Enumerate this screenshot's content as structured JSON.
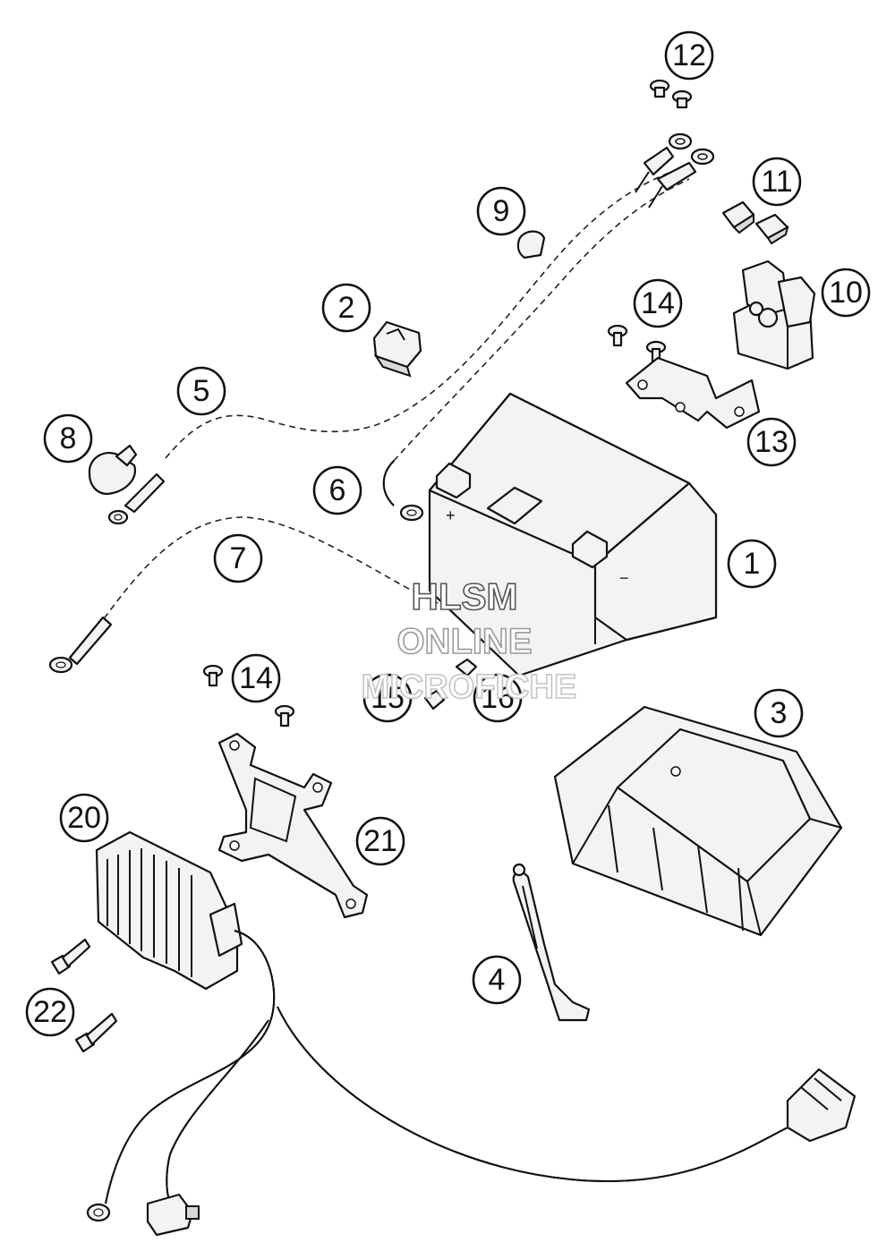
{
  "callouts": [
    {
      "id": "callout-1",
      "label": "1"
    },
    {
      "id": "callout-2",
      "label": "2"
    },
    {
      "id": "callout-3",
      "label": "3"
    },
    {
      "id": "callout-4",
      "label": "4"
    },
    {
      "id": "callout-5",
      "label": "5"
    },
    {
      "id": "callout-6",
      "label": "6"
    },
    {
      "id": "callout-7",
      "label": "7"
    },
    {
      "id": "callout-8",
      "label": "8"
    },
    {
      "id": "callout-9",
      "label": "9"
    },
    {
      "id": "callout-10",
      "label": "10"
    },
    {
      "id": "callout-11",
      "label": "11"
    },
    {
      "id": "callout-12",
      "label": "12"
    },
    {
      "id": "callout-13",
      "label": "13"
    },
    {
      "id": "callout-14a",
      "label": "14"
    },
    {
      "id": "callout-14b",
      "label": "14"
    },
    {
      "id": "callout-15",
      "label": "15"
    },
    {
      "id": "callout-16",
      "label": "16"
    },
    {
      "id": "callout-20",
      "label": "20"
    },
    {
      "id": "callout-21",
      "label": "21"
    },
    {
      "id": "callout-22",
      "label": "22"
    }
  ],
  "battery_marks": {
    "plus": "+",
    "minus": "−"
  },
  "watermark": {
    "line1": "HLSM",
    "line2": "ONLINE",
    "line3": "MICROFICHE"
  }
}
